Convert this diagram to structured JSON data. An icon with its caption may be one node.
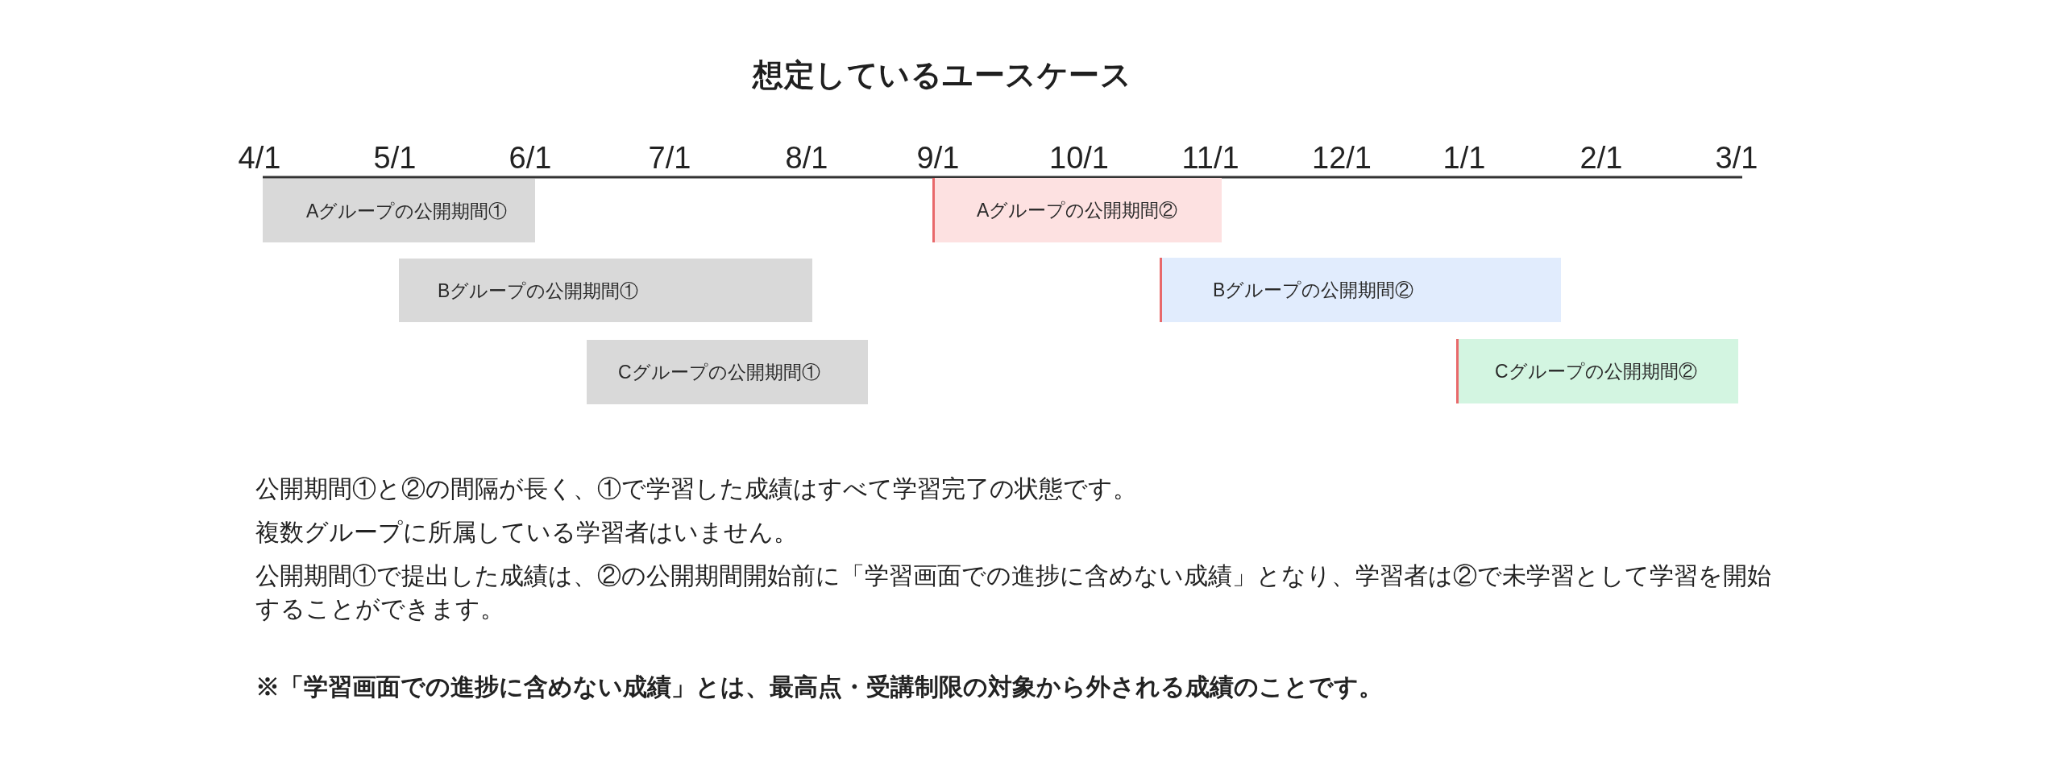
{
  "diagram": {
    "title": "想定しているユースケース",
    "nodes": [
      {
        "text": [
          "Aグループの公開期間①"
        ]
      },
      {
        "text": [
          "Aグループの公開期間②"
        ]
      },
      {
        "text": [
          "Bグループの公開期間①"
        ]
      },
      {
        "text": [
          "Bグループの公開期間②"
        ]
      },
      {
        "text": [
          "Cグループの公開期間①"
        ]
      },
      {
        "text": [
          "Cグループの公開期間②"
        ]
      }
    ],
    "edges": [],
    "labels": [
      "4/1",
      "5/1",
      "6/1",
      "7/1",
      "8/1",
      "9/1",
      "10/1",
      "11/1",
      "12/1",
      "1/1",
      "2/1",
      "3/1",
      "公開期間①と②の間隔が長く、①で学習した成績はすべて学習完了の状態です。",
      "複数グループに所属している学習者はいません。",
      "公開期間①で提出した成績は、②の公開期間開始前に「学習画面での進捗に含めない成績」となり、学習者は②で未学習として学習を開始することができます。",
      "※「学習画面での進捗に含めない成績」とは、最高点・受講制限の対象から外される成績のことです。"
    ]
  }
}
